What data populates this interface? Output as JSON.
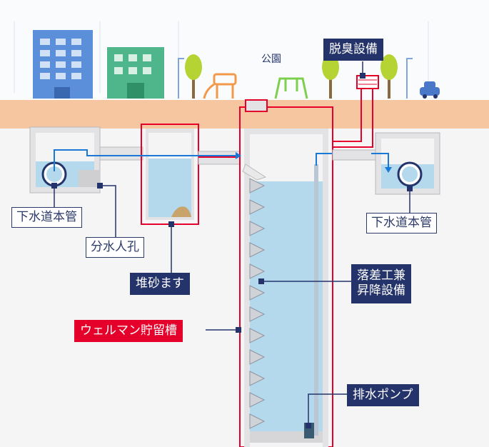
{
  "labels": {
    "park": "公園",
    "deodorizer": "脱臭設備",
    "sewer_main_left": "下水道本管",
    "sewer_main_right": "下水道本管",
    "diversion_manhole": "分水人孔",
    "grit_chamber": "堆砂ます",
    "drop_lift_line1": "落差工兼",
    "drop_lift_line2": "昇降設備",
    "wellman_tank": "ウェルマン貯留槽",
    "drain_pump": "排水ポンプ"
  },
  "colors": {
    "ground": "#f6c6a1",
    "water": "#b4d8ec",
    "accent_red": "#e4002b",
    "navy": "#24346b",
    "flow_blue": "#1a78d6",
    "concrete": "#e9e9ea"
  }
}
